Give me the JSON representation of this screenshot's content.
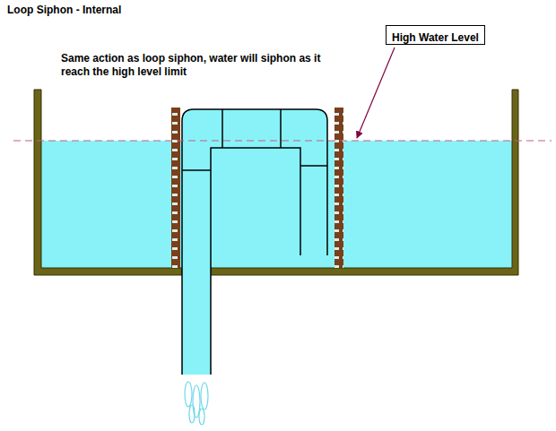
{
  "diagram": {
    "title": "Loop Siphon - Internal",
    "nodes": [
      {
        "text": [
          "High Water Level"
        ]
      }
    ],
    "labels": [
      "Same action as loop siphon, water will siphon as it reach the high level limit"
    ]
  }
}
